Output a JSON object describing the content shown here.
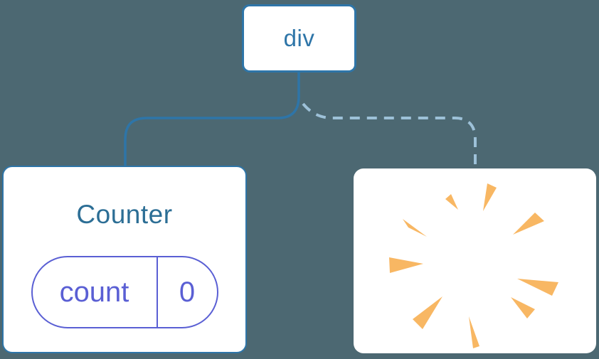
{
  "diagram": {
    "description": "component tree with removed child",
    "root": {
      "label": "div"
    },
    "children": [
      {
        "kind": "component-card",
        "title": "Counter",
        "state": {
          "key": "count",
          "value": "0"
        },
        "connector": "solid"
      },
      {
        "kind": "removed-card",
        "icon": "poof-sparks-icon",
        "connector": "dashed"
      }
    ]
  },
  "colors": {
    "background": "#4C6872",
    "node_border_blue": "#2E75A8",
    "title_blue": "#2C6E95",
    "dashed_line_blue": "#9DC1D8",
    "state_indigo": "#5A5FD4",
    "spark_orange": "#F8B763",
    "card_white": "#FFFFFF"
  }
}
